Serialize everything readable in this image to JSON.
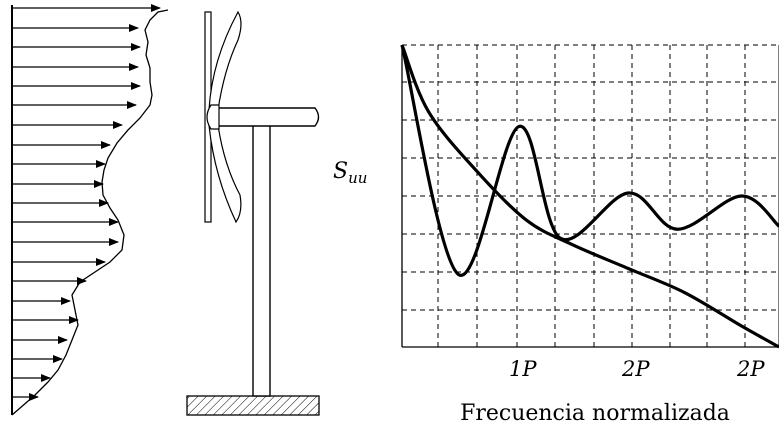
{
  "spectrum_panel": {
    "y_label_main": "S",
    "y_label_sub": "uu",
    "x_label": "Frecuencia normalizada",
    "x_ticks": [
      "1P",
      "2P",
      "2P"
    ]
  },
  "colors": {
    "ink": "#000000",
    "background": "#ffffff",
    "ground_hatch": "#000000"
  },
  "chart_data": {
    "type": "line",
    "xlabel": "Frecuencia normalizada",
    "ylabel": "Suu",
    "tick_labels": [
      "1P",
      "2P",
      "2P"
    ],
    "grid": true,
    "series": [
      {
        "x": [
          0,
          0.07,
          0.2,
          0.33,
          0.45,
          0.6,
          0.75,
          0.9,
          1.0
        ],
        "values": [
          1.0,
          0.78,
          0.58,
          0.42,
          0.34,
          0.26,
          0.18,
          0.07,
          0
        ]
      },
      {
        "x": [
          0,
          0.15,
          0.31,
          0.42,
          0.6,
          0.73,
          0.9,
          1.0
        ],
        "values": [
          1.0,
          0.24,
          0.73,
          0.36,
          0.51,
          0.39,
          0.5,
          0.4
        ]
      }
    ]
  }
}
